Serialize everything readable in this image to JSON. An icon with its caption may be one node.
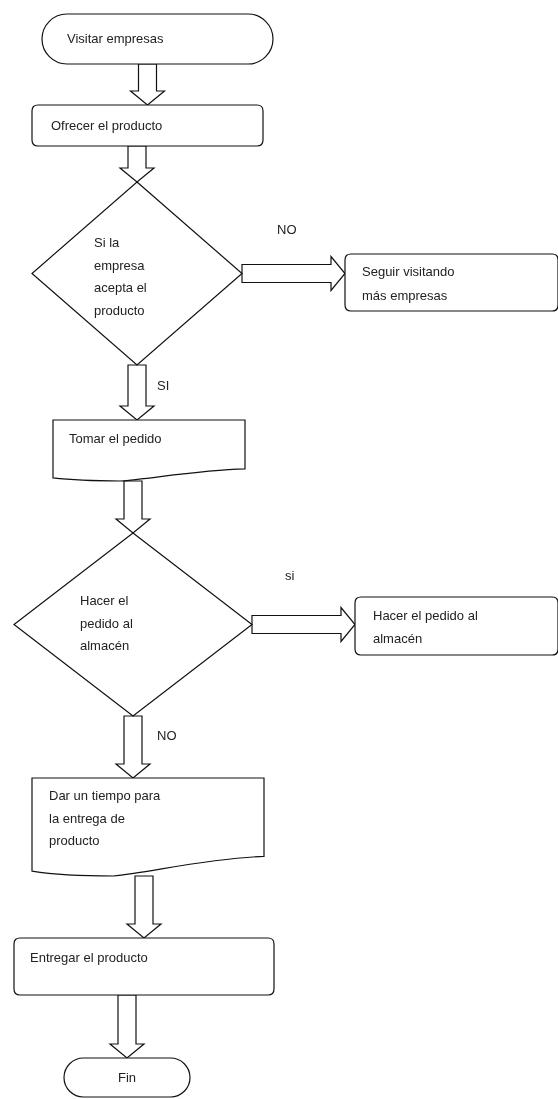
{
  "diagram": {
    "nodes": [
      {
        "text": [
          "Visitar empresas"
        ]
      },
      {
        "text": [
          "Ofrecer el producto"
        ]
      },
      {
        "text": [
          "Si la empresa acepta el producto"
        ]
      },
      {
        "text": [
          "Seguir visitando más empresas"
        ]
      },
      {
        "text": [
          "Tomar el pedido"
        ]
      },
      {
        "text": [
          "Hacer el pedido al almacén"
        ]
      },
      {
        "text": [
          "Hacer el pedido al almacén"
        ]
      },
      {
        "text": [
          "Dar un tiempo para la entrega de producto"
        ]
      },
      {
        "text": [
          "Entregar el producto"
        ]
      },
      {
        "text": [
          "Fin"
        ]
      }
    ],
    "edges": [
      {
        "from": 0,
        "to": 1,
        "arrow": "to"
      },
      {
        "from": 1,
        "to": 2,
        "arrow": "to"
      },
      {
        "from": 2,
        "to": 3,
        "arrow": "to",
        "label": "NO"
      },
      {
        "from": 2,
        "to": 4,
        "arrow": "to",
        "label": "SI"
      },
      {
        "from": 4,
        "to": 5,
        "arrow": "to"
      },
      {
        "from": 5,
        "to": 6,
        "arrow": "to",
        "label": "si"
      },
      {
        "from": 5,
        "to": 7,
        "arrow": "to",
        "label": "NO"
      },
      {
        "from": 7,
        "to": 8,
        "arrow": "to"
      },
      {
        "from": 8,
        "to": 9,
        "arrow": "to"
      }
    ]
  }
}
